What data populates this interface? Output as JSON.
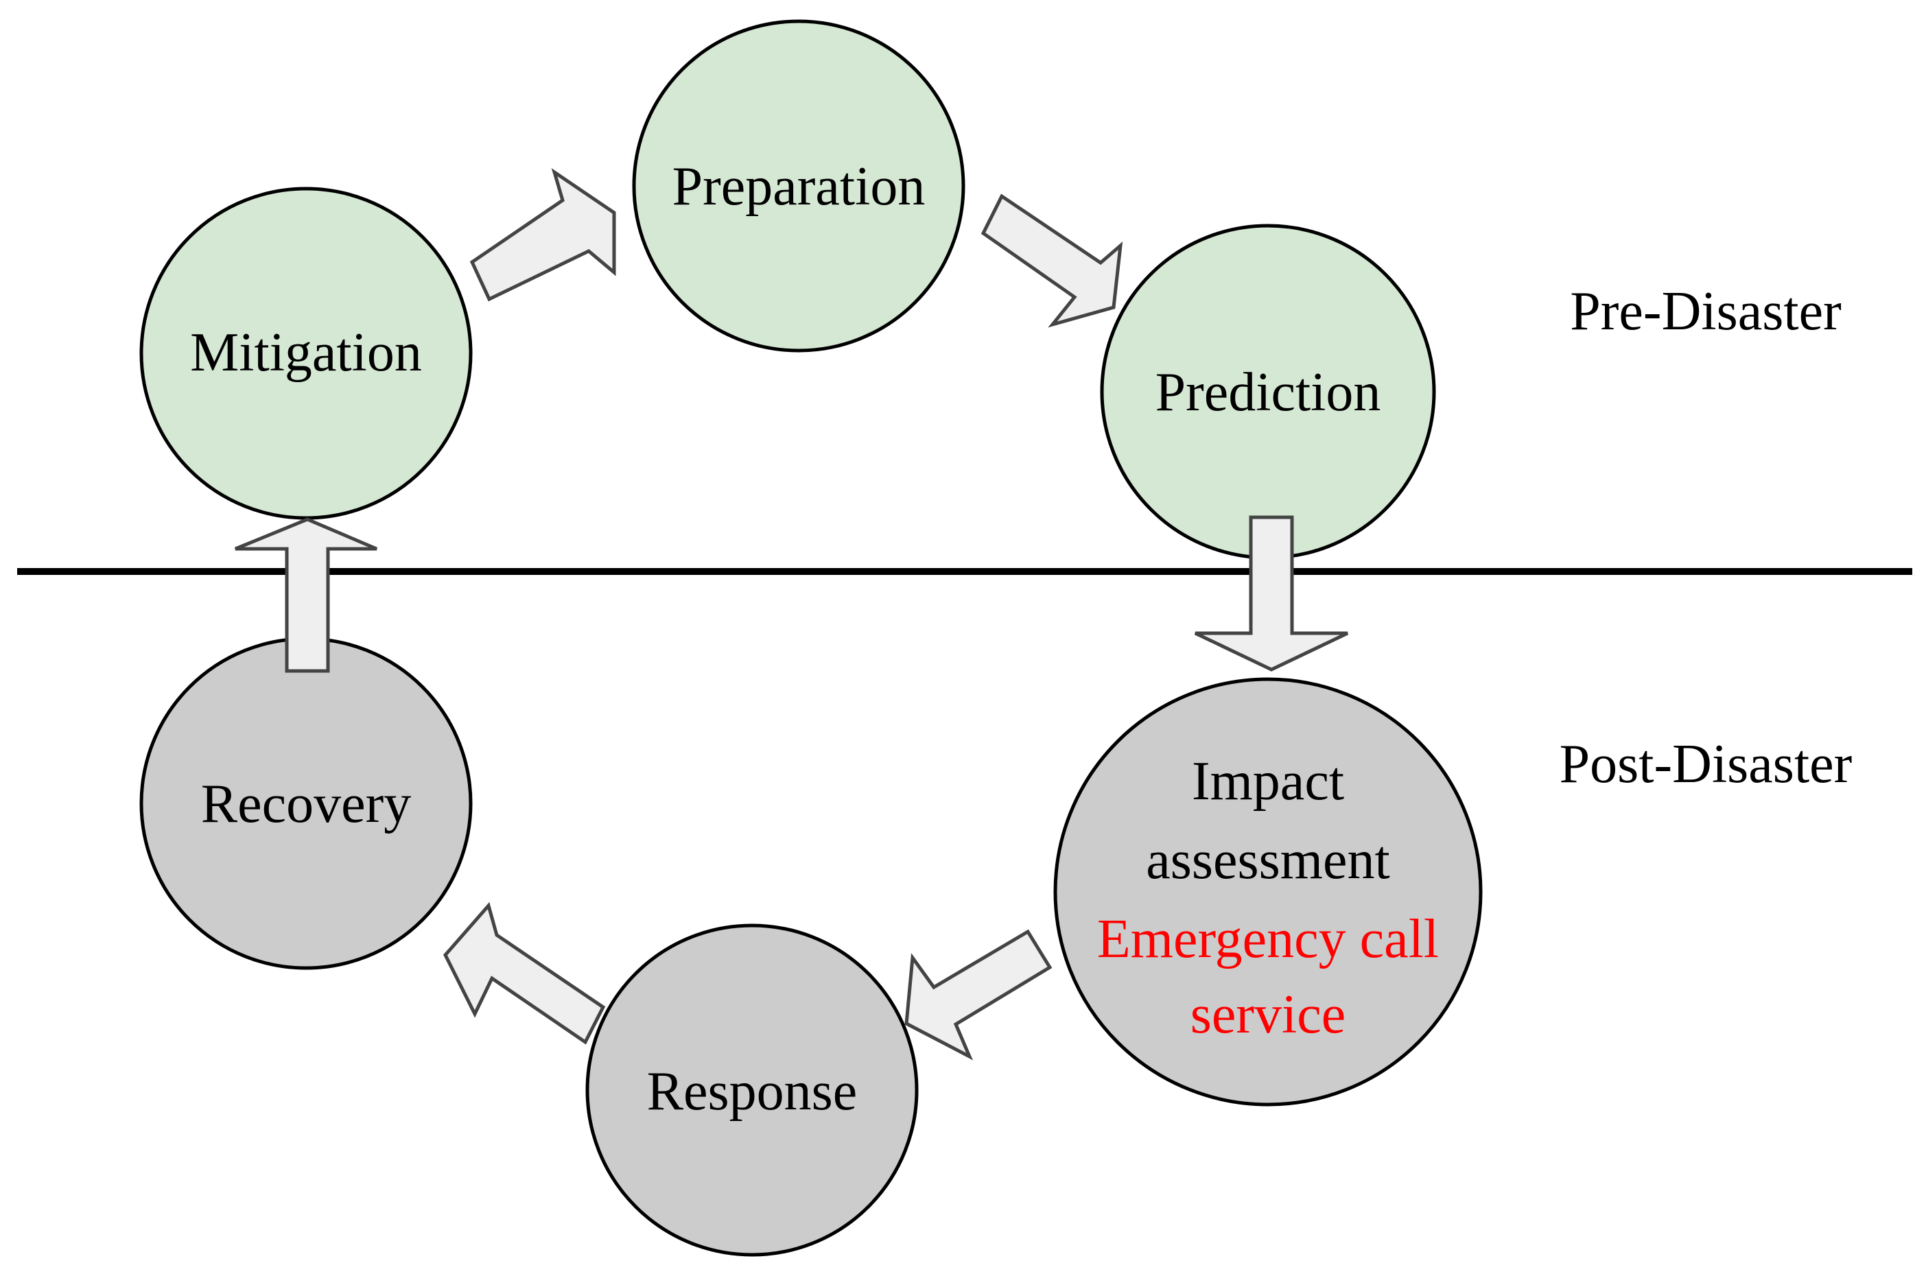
{
  "phases": {
    "pre": "Pre-Disaster",
    "post": "Post-Disaster"
  },
  "colors": {
    "pre_fill": "#d5e8d4",
    "post_fill": "#cccccc",
    "arrow_fill": "#efefef",
    "stroke": "#000000",
    "highlight": "#ff0000"
  },
  "nodes": {
    "mitigation": {
      "lines": [
        "Mitigation"
      ],
      "phase": "pre"
    },
    "preparation": {
      "lines": [
        "Preparation"
      ],
      "phase": "pre"
    },
    "prediction": {
      "lines": [
        "Prediction"
      ],
      "phase": "pre"
    },
    "impact": {
      "lines": [
        "Impact",
        "assessment"
      ],
      "highlight_lines": [
        "Emergency call",
        "service"
      ],
      "phase": "post"
    },
    "response": {
      "lines": [
        "Response"
      ],
      "phase": "post"
    },
    "recovery": {
      "lines": [
        "Recovery"
      ],
      "phase": "post"
    }
  },
  "flow": [
    {
      "from": "mitigation",
      "to": "preparation"
    },
    {
      "from": "preparation",
      "to": "prediction"
    },
    {
      "from": "prediction",
      "to": "impact"
    },
    {
      "from": "impact",
      "to": "response"
    },
    {
      "from": "response",
      "to": "recovery"
    },
    {
      "from": "recovery",
      "to": "mitigation"
    }
  ]
}
